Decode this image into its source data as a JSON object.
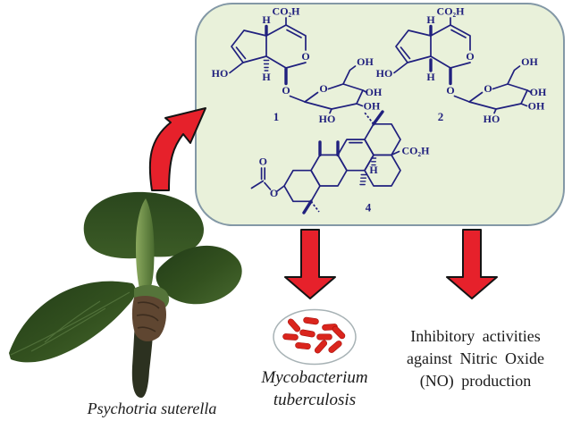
{
  "figure": {
    "type": "graphical abstract",
    "topic": "Psychotria suterella compounds active against M. tuberculosis and NO production"
  },
  "colors": {
    "box_background": "#e9f1da",
    "box_border": "#8398a6",
    "arrow_red": "#e6212b",
    "arrow_outline": "#141414",
    "structure_blue": "#20207e",
    "bacteria_red": "#da251d",
    "leaf_green_dark": "#2a461d",
    "leaf_green_mid": "#3f6128",
    "shoot_green": "#7fa055",
    "stem_brown": "#5f4631",
    "text_black": "#1b1b1b"
  },
  "compounds": {
    "atom_labels": {
      "co2h": "CO₂H",
      "h": "H",
      "ho": "HO",
      "o": "O",
      "oh": "OH"
    },
    "compound1": {
      "number": "1",
      "kind": "iridoid glycoside"
    },
    "compound2": {
      "number": "2",
      "kind": "iridoid glycoside"
    },
    "compound4": {
      "number": "4",
      "kind": "3-O-acetyl triterpene acid"
    }
  },
  "captions": {
    "plant_name": "Psychotria suterella",
    "bacterium": [
      "Mycobacterium",
      "tuberculosis"
    ],
    "no_activity": [
      "Inhibitory activities",
      "against Nitric Oxide",
      "(NO) production"
    ]
  }
}
